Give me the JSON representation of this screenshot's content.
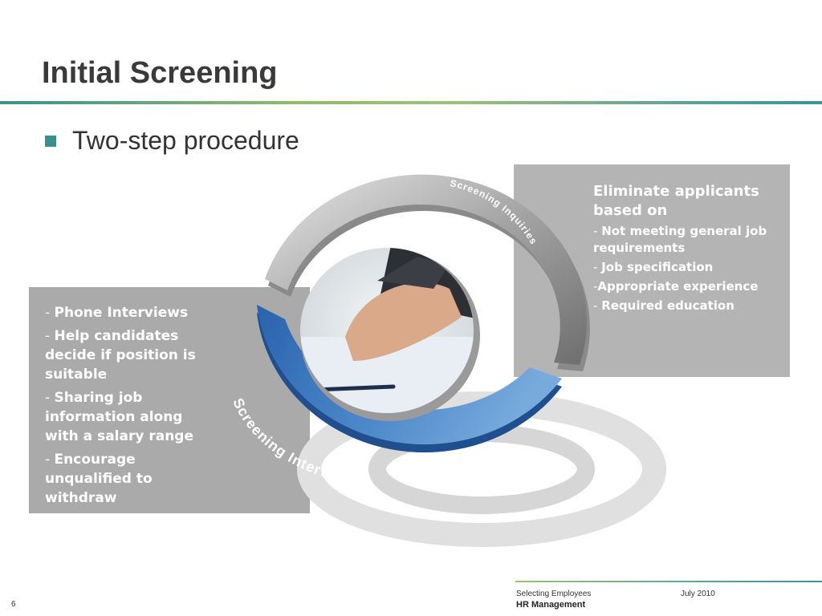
{
  "slide": {
    "title": "Initial Screening",
    "bullet": "Two-step procedure",
    "page_number": "6"
  },
  "diagram": {
    "arc_top_label": "Screening Inquiries",
    "arc_bottom_label": "Screening Interviews",
    "center_image": "handshake-photo",
    "colors": {
      "top_arc": "#8f8f8f",
      "bottom_arc": "#3f7fc4",
      "panel": "#aaaaaa"
    }
  },
  "right_panel": {
    "heading": "Eliminate applicants based on",
    "items": [
      {
        "prefix": "- ",
        "text": "Not meeting general job requirements"
      },
      {
        "prefix": "- ",
        "text": "Job specification"
      },
      {
        "prefix": "-",
        "text": "Appropriate experience"
      },
      {
        "prefix": "- ",
        "text": "Required education"
      }
    ]
  },
  "left_panel": {
    "items": [
      {
        "prefix": "- ",
        "text": "Phone Interviews"
      },
      {
        "prefix": "- ",
        "text": "Help candidates decide if position is suitable"
      },
      {
        "prefix": "- ",
        "text": "Sharing job information along with a salary range"
      },
      {
        "prefix": "- ",
        "text": "Encourage unqualified to withdraw"
      }
    ]
  },
  "footer": {
    "presentation": "Selecting Employees",
    "date": "July 2010",
    "department": "HR Management"
  }
}
